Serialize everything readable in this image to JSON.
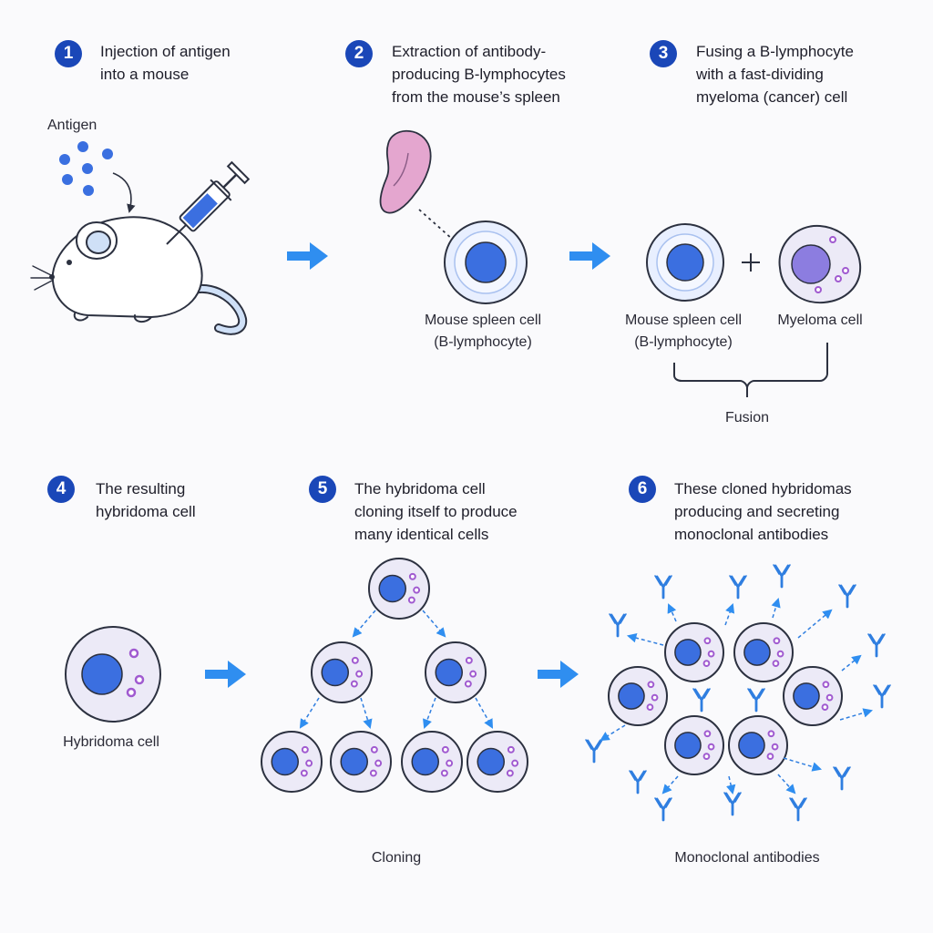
{
  "colors": {
    "badge": "#1a47b8",
    "arrow": "#2f8ef0",
    "nucleus": "#3b6fe0",
    "cell_fill": "#eceaf7",
    "granule": "#a05ad0",
    "myeloma_nucleus": "#8c7de0",
    "spleen": "#e4a6cf"
  },
  "icons": [
    "syringe-icon",
    "mouse-icon",
    "spleen-icon",
    "antibody-icon",
    "plus-icon"
  ],
  "steps": [
    {
      "number": "1",
      "title_lines": [
        "Injection of antigen",
        "into a mouse"
      ]
    },
    {
      "number": "2",
      "title_lines": [
        "Extraction of antibody-",
        "producing B-lymphocytes",
        "from the mouse’s spleen"
      ]
    },
    {
      "number": "3",
      "title_lines": [
        "Fusing a B-lymphocyte",
        "with a fast-dividing",
        "myeloma (cancer) cell"
      ]
    },
    {
      "number": "4",
      "title_lines": [
        "The resulting",
        "hybridoma cell"
      ]
    },
    {
      "number": "5",
      "title_lines": [
        "The hybridoma cell",
        "cloning itself to produce",
        "many identical cells"
      ]
    },
    {
      "number": "6",
      "title_lines": [
        "These cloned hybridomas",
        "producing and secreting",
        "monoclonal antibodies"
      ]
    }
  ],
  "labels": {
    "antigen": "Antigen",
    "spleen_cell_line1": "Mouse spleen cell",
    "spleen_cell_line2": "(B-lymphocyte)",
    "myeloma": "Myeloma cell",
    "fusion": "Fusion",
    "hybridoma": "Hybridoma cell",
    "cloning": "Cloning",
    "antibodies": "Monoclonal antibodies"
  }
}
